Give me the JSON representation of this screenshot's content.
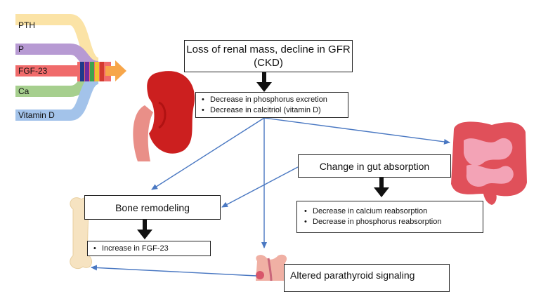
{
  "legend": {
    "items": [
      {
        "label": "PTH",
        "color": "#fbe3a6"
      },
      {
        "label": "P",
        "color": "#b79ad3"
      },
      {
        "label": "FGF-23",
        "color": "#f06b6b"
      },
      {
        "label": "Ca",
        "color": "#a6cf8e"
      },
      {
        "label": "Vitamin D",
        "color": "#a3c3ea"
      }
    ],
    "arrow_color": "#f7a64a"
  },
  "boxes": {
    "ckd": {
      "title": "Loss of renal mass, decline in GFR (CKD)"
    },
    "ckd_effects": {
      "items": [
        "Decrease in phosphorus excretion",
        "Decrease in calcitriol (vitamin D)"
      ]
    },
    "gut": {
      "title": "Change in gut absorption"
    },
    "gut_effects": {
      "items": [
        "Decrease in calcium reabsorption",
        "Decrease in phosphorus reabsorption"
      ]
    },
    "bone": {
      "title": "Bone remodeling"
    },
    "bone_effects": {
      "items": [
        "Increase in FGF-23"
      ]
    },
    "parathyroid": {
      "title": "Altered parathyroid signaling"
    }
  },
  "colors": {
    "arrow_blue": "#4a78c2",
    "arrow_black": "#111111",
    "kidney": "#cc1f1f",
    "intestine": "#e0505a",
    "bone": "#f6e3c1"
  }
}
